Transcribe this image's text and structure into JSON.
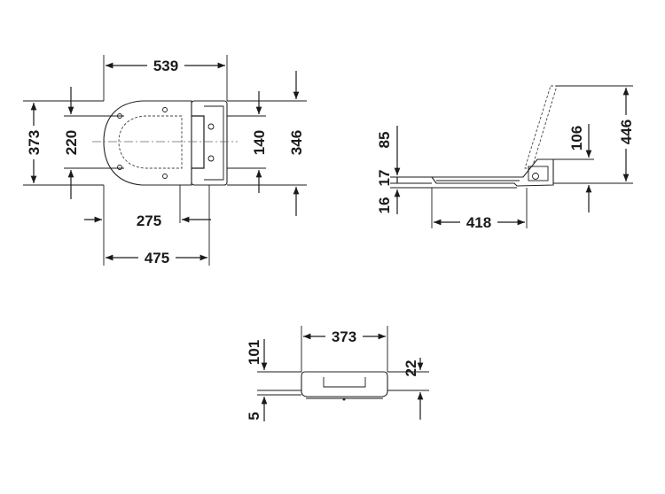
{
  "views": {
    "top": {
      "dim_overall_length": "539",
      "dim_overall_width": "373",
      "dim_hinge_spacing": "220",
      "dim_lid_hinge_width": "140",
      "dim_hinge_depth": "346",
      "dim_bowl_length": "275",
      "dim_seat_length": "475"
    },
    "side": {
      "dim_seat_height": "85",
      "dim_hinge_offset": "17",
      "dim_seat_thickness": "16",
      "dim_hinge_to_front": "418",
      "dim_lid_step": "106",
      "dim_open_height": "446"
    },
    "rear": {
      "dim_width": "373",
      "dim_height": "101",
      "dim_body_height": "22",
      "dim_base": "5"
    }
  }
}
